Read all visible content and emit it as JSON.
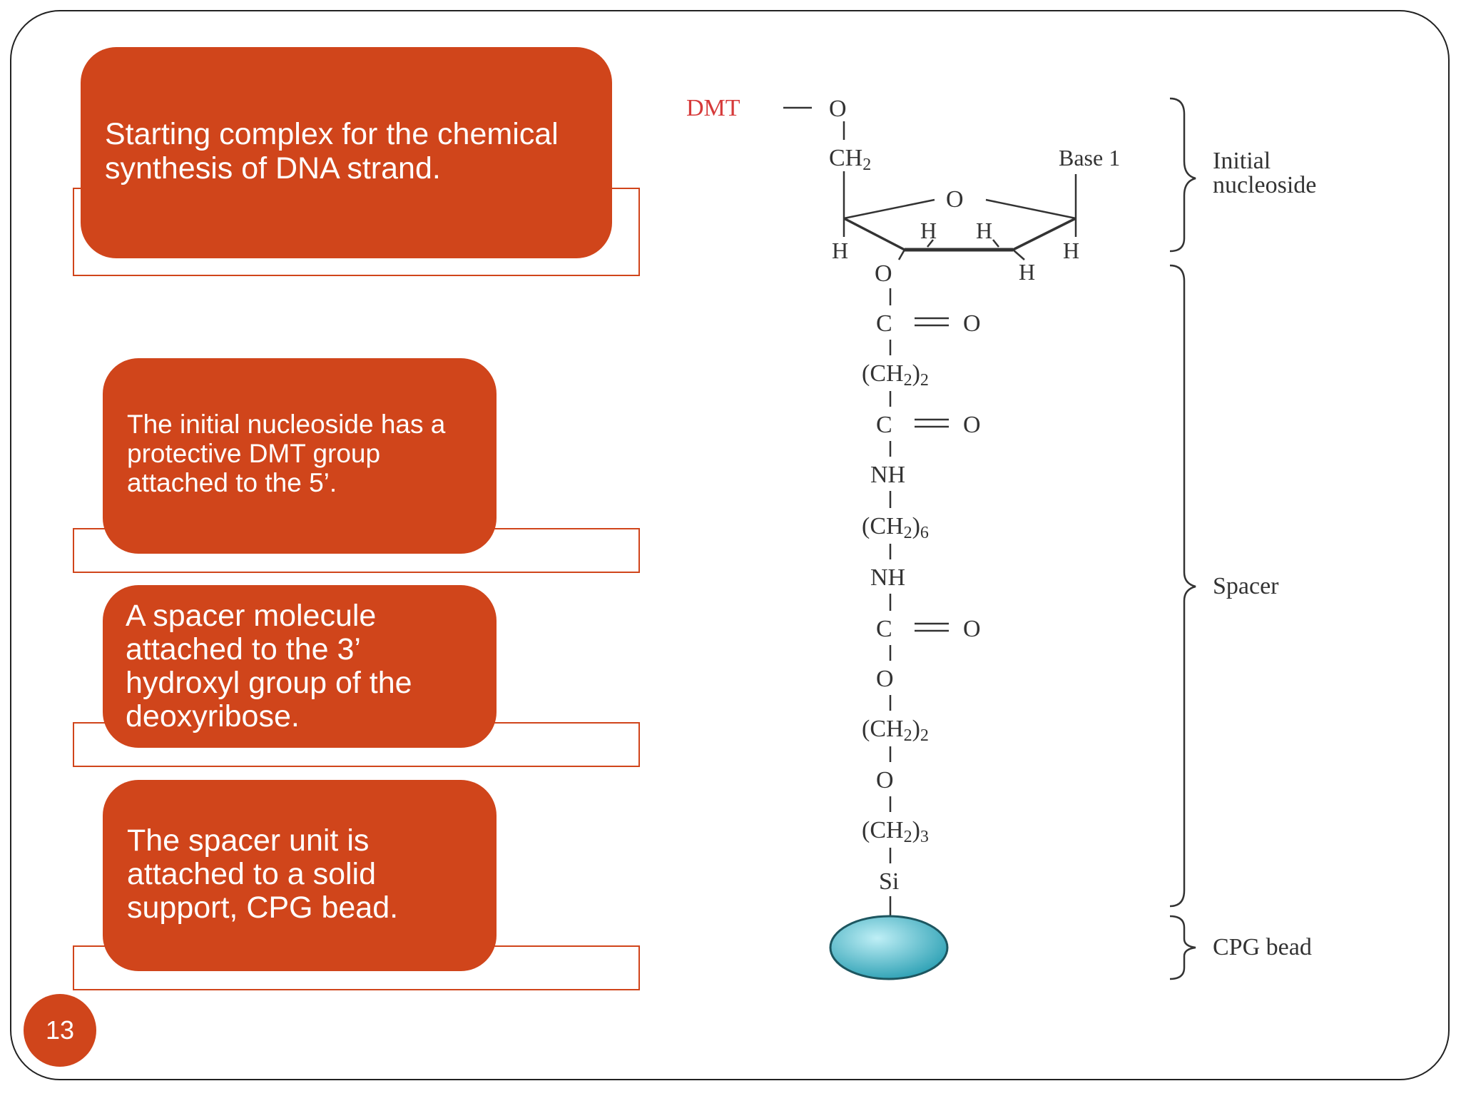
{
  "callouts": [
    {
      "lines": [
        "Starting complex for the chemical",
        "synthesis of DNA strand."
      ]
    },
    {
      "lines": [
        "The initial nucleoside has a",
        "protective DMT group",
        "attached to the 5’."
      ]
    },
    {
      "lines": [
        "A spacer molecule",
        "attached to the 3’",
        "hydroxyl group of the",
        "deoxyribose."
      ]
    },
    {
      "lines": [
        "The spacer unit is",
        "attached to a solid",
        "support, CPG bead."
      ]
    }
  ],
  "page_number": "13",
  "diagram": {
    "dmt": "DMT",
    "o_top": "O",
    "ch2_top": "CH",
    "ch2_top_sub": "2",
    "base": "Base 1",
    "ring_o": "O",
    "h_left": "H",
    "h_inner1": "H",
    "h_inner2": "H",
    "h_right": "H",
    "h_bottom": "H",
    "chain": [
      {
        "main": "O"
      },
      {
        "main": "C",
        "double_o": "O"
      },
      {
        "main": "(CH",
        "sub": "2",
        "close": ")",
        "sub2": "2"
      },
      {
        "main": "C",
        "double_o": "O"
      },
      {
        "main": "NH"
      },
      {
        "main": "(CH",
        "sub": "2",
        "close": ")",
        "sub2": "6"
      },
      {
        "main": "NH"
      },
      {
        "main": "C",
        "double_o": "O"
      },
      {
        "main": "O"
      },
      {
        "main": "(CH",
        "sub": "2",
        "close": ")",
        "sub2": "2"
      },
      {
        "main": "O"
      },
      {
        "main": "(CH",
        "sub": "2",
        "close": ")",
        "sub2": "3"
      },
      {
        "main": "Si"
      }
    ],
    "labels": {
      "initial_line1": "Initial",
      "initial_line2": "nucleoside",
      "spacer": "Spacer",
      "cpg": "CPG bead"
    },
    "colors": {
      "dmt": "#d63a3a",
      "bead_light": "#bfeff6",
      "bead_dark": "#2a9fb3",
      "callout": "#d0451b"
    }
  }
}
